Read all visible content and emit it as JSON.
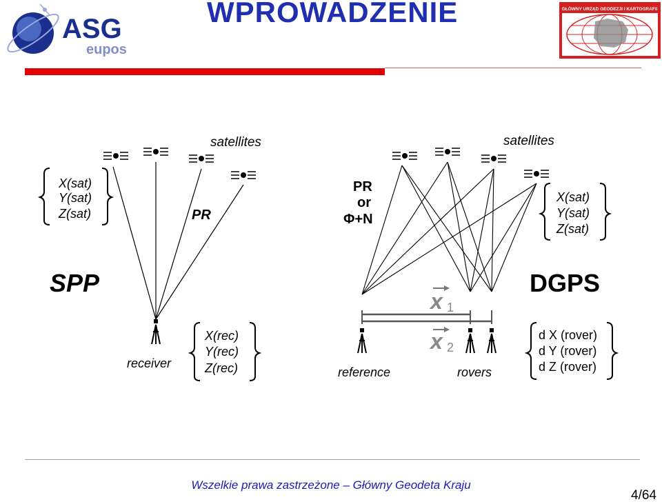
{
  "header": {
    "title": "WPROWADZENIE",
    "logo_left_main": "ASG",
    "logo_left_sub": "eupos",
    "logo_right_text": "GŁÓWNY URZĄD GEODEZJI I KARTOGRAFII"
  },
  "diagram": {
    "spp": {
      "label": "SPP",
      "satellites_label": "satellites",
      "pr_label": "PR",
      "receiver_label": "receiver",
      "sat_coords": [
        "X(sat)",
        "Y(sat)",
        "Z(sat)"
      ],
      "rec_coords": [
        "X(rec)",
        "Y(rec)",
        "Z(rec)"
      ]
    },
    "dgps": {
      "label": "DGPS",
      "satellites_label": "satellites",
      "pr_label": "PR",
      "or_label": "or",
      "phase_label": "Φ+N",
      "reference_label": "reference",
      "rovers_label": "rovers",
      "x1_label": "x",
      "x1_sub": "1",
      "x2_label": "x",
      "x2_sub": "2",
      "sat_coords": [
        "X(sat)",
        "Y(sat)",
        "Z(sat)"
      ],
      "rover_coords": [
        "d X (rover)",
        "d Y (rover)",
        "d Z (rover)"
      ]
    }
  },
  "footer": {
    "text": "Wszelkie prawa zastrzeżone – Główny Geodeta Kraju",
    "page": "4/64"
  },
  "colors": {
    "title": "#1f2fb0",
    "footer": "#1b1bb8",
    "accent_red": "#e00000",
    "logo_blue": "#1b2f8f"
  }
}
